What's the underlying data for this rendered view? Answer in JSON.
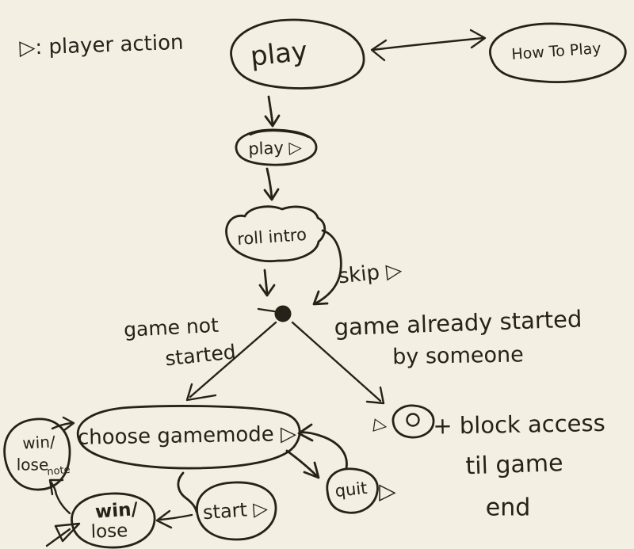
{
  "page": {
    "background": "#f3efe2",
    "ink": "#262219"
  },
  "legend": {
    "text": "▷: player action"
  },
  "nodes": {
    "play": {
      "label": "play"
    },
    "how_to_play": {
      "label": "How To Play"
    },
    "play_action": {
      "label": "play ▷"
    },
    "roll_intro": {
      "label": "roll intro"
    },
    "choose_gamemode": {
      "label": "choose gamemode ▷"
    },
    "start": {
      "label": "start ▷"
    },
    "quit": {
      "label": "quit",
      "marker": "▷"
    },
    "win_lose": {
      "line1": "win/",
      "line2": "lose"
    },
    "win_lose_note": {
      "line1": "win/",
      "line2": "lose",
      "note": "note"
    }
  },
  "labels": {
    "skip": "skip ▷",
    "game_not_started": {
      "line1": "game not",
      "line2": "started"
    },
    "game_already_started": {
      "line1": "game already started",
      "line2": "by someone"
    },
    "blocked": {
      "marker": "▷",
      "line1": "+ block access",
      "line2": "til game",
      "line3": "end"
    }
  }
}
